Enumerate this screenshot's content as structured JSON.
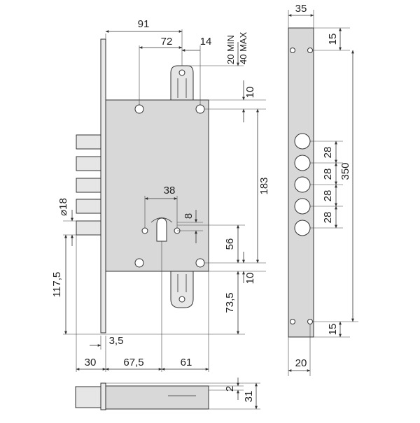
{
  "drawing": {
    "top": {
      "d91": "91",
      "d72": "72",
      "d14": "14",
      "d20min": "20 MIN",
      "d40max": "40 MAX",
      "d10top": "10"
    },
    "right_body": {
      "d183": "183",
      "d38": "38",
      "d8": "8",
      "d56": "56",
      "d10bottom": "10",
      "d73_5": "73,5"
    },
    "left": {
      "d18": "⌀18",
      "d117_5": "117,5",
      "d3_5": "3,5"
    },
    "bottom": {
      "d30": "30",
      "d67_5": "67,5",
      "d61": "61"
    },
    "side_view": {
      "d2": "2",
      "d31": "31"
    },
    "faceplate": {
      "d35": "35",
      "d15top": "15",
      "d28a": "28",
      "d28b": "28",
      "d28c": "28",
      "d28d": "28",
      "d350": "350",
      "d15bottom": "15",
      "d20": "20"
    }
  },
  "colors": {
    "body_fill": "#d8d8d8",
    "line": "#333333",
    "background": "#ffffff"
  }
}
